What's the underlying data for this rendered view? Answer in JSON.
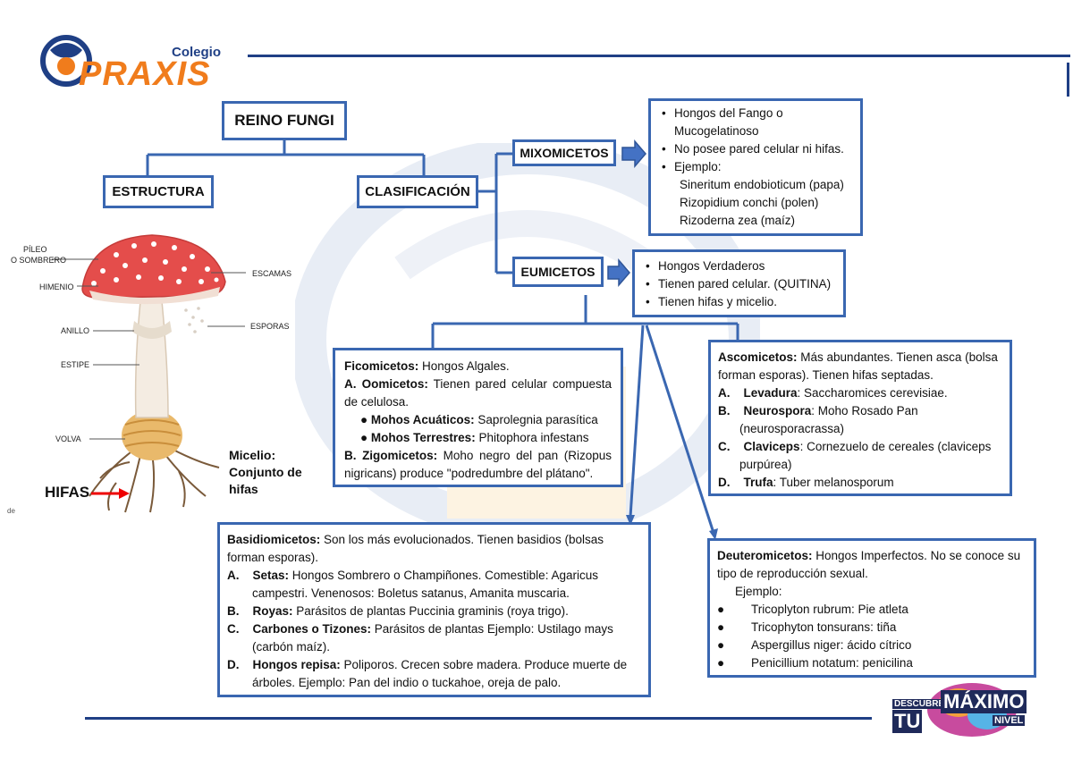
{
  "logo": {
    "colegio": "Colegio",
    "name": "PRAXIS"
  },
  "badge": {
    "line1": "DESCUBRE",
    "line2": "TU",
    "line3": "MÁXIMO",
    "line4": "NIVEL"
  },
  "title": "REINO FUNGI",
  "estructura": "ESTRUCTURA",
  "clasificacion": "CLASIFICACIÓN",
  "mixomicetos": {
    "label": "MIXOMICETOS",
    "b1": "Hongos del Fango o",
    "b1b": "Mucogelatinoso",
    "b2": "No posee pared celular ni hifas.",
    "b3": "Ejemplo:",
    "e1": "Sineritum endobioticum (papa)",
    "e2": "Rizopidium conchi (polen)",
    "e3": "Rizoderna zea (maíz)"
  },
  "eumicetos": {
    "label": "EUMICETOS",
    "b1": "Hongos Verdaderos",
    "b2": "Tienen pared celular. (QUITINA)",
    "b3": "Tienen hifas y micelio."
  },
  "ficomicetos": {
    "h": "Ficomicetos:",
    "ht": " Hongos Algales.",
    "a_h": "A.  Oomicetos:",
    "a_t": " Tienen pared celular compuesta de celulosa.",
    "m1_h": "Mohos Acuáticos:",
    "m1_t": " Saprolegnia parasítica",
    "m2_h": "Mohos Terrestres:",
    "m2_t": "  Phitophora infestans",
    "b_h": "B.   Zigomicetos:",
    "b_t": " Moho negro del pan (Rizopus nigricans) produce \"podredumbre del plátano\"."
  },
  "ascomicetos": {
    "h": "Ascomicetos:",
    "ht": " Más abundantes. Tienen asca (bolsa forman esporas). Tienen hifas septadas.",
    "a_h": "Levadura",
    "a_t": ": Saccharomices cerevisiae.",
    "b_h": "Neurospora",
    "b_t": ": Moho Rosado Pan (neurosporacrassa)",
    "c_h": "Claviceps",
    "c_t": ": Cornezuelo de cereales (claviceps purpúrea)",
    "d_h": "Trufa",
    "d_t": ": Tuber melanosporum"
  },
  "basidiomicetos": {
    "h": "Basidiomicetos:",
    "ht": " Son los más evolucionados. Tienen basidios (bolsas forman esporas).",
    "a_h": "Setas:",
    "a_t": " Hongos Sombrero o Champiñones. Comestible: Agaricus campestri. Venenosos: Boletus satanus, Amanita muscaria.",
    "b_h": "Royas:",
    "b_t": " Parásitos de plantas Puccinia graminis (roya trigo).",
    "c_h": "Carbones o Tizones:",
    "c_t": " Parásitos de plantas Ejemplo: Ustilago mays (carbón maíz).",
    "d_h": "Hongos repisa:",
    "d_t": " Poliporos. Crecen sobre madera. Produce muerte de árboles. Ejemplo: Pan del indio o tuckahoe, oreja de palo."
  },
  "deuteromicetos": {
    "h": "Deuteromicetos:",
    "ht": " Hongos Imperfectos. No se conoce su tipo de reproducción sexual.",
    "ej": "Ejemplo:",
    "i1": "Tricoplyton rubrum: Pie atleta",
    "i2": "Tricophyton tonsurans: tiña",
    "i3": "Aspergillus niger: ácido cítrico",
    "i4": "Penicillium notatum: penicilina"
  },
  "mushroom": {
    "pileo1": "PÍLEO",
    "pileo2": "O SOMBRERO",
    "himenio": "HIMENIO",
    "anillo": "ANILLO",
    "estipe": "ESTIPE",
    "volva": "VOLVA",
    "escamas": "ESCAMAS",
    "esporas": "ESPORAS",
    "hifas": "HIFAS",
    "micelio1": "Micelio:",
    "micelio2": "Conjunto de",
    "micelio3": "hifas",
    "de": "de"
  }
}
